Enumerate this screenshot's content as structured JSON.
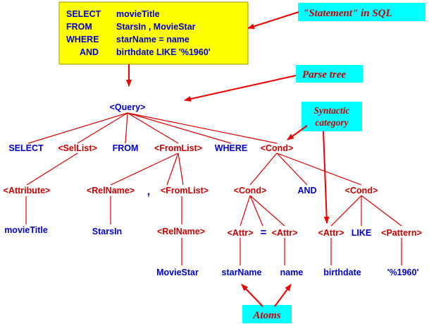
{
  "sql_box": {
    "lines": [
      [
        "SELECT",
        "movieTitle"
      ],
      [
        "FROM",
        "StarsIn , MovieStar"
      ],
      [
        "WHERE",
        "starName  = name"
      ],
      [
        "AND",
        "birthdate  LIKE  '%1960'"
      ]
    ]
  },
  "callouts": {
    "statement": "\"Statement\" in SQL",
    "parse_tree": "Parse tree",
    "syntactic_1": "Syntactic",
    "syntactic_2": "category",
    "atoms": "Atoms"
  },
  "tree": {
    "query": "<Query>",
    "select": "SELECT",
    "sellist": "<SelList>",
    "from": "FROM",
    "fromlist": "<FromList>",
    "where": "WHERE",
    "cond": "<Cond>",
    "attribute": "<Attribute>",
    "relname": "<RelName>",
    "comma": ",",
    "fromlist2": "<FromList>",
    "cond_left": "<Cond>",
    "and": "AND",
    "cond_right": "<Cond>",
    "movietitle": "movieTitle",
    "starsin": "StarsIn",
    "relname2": "<RelName>",
    "attr1": "<Attr>",
    "eq": "=",
    "attr2": "<Attr>",
    "attr3": "<Attr>",
    "like": "LIKE",
    "pattern": "<Pattern>",
    "moviestar": "MovieStar",
    "starname": "starName",
    "name": "name",
    "birthdate": "birthdate",
    "pattern_val": "'%1960'"
  },
  "colors": {
    "sql_box_fill": "#ffff00",
    "callout_fill": "#00ffff",
    "keyword_blue": "#0000cc",
    "category_red": "#cc0000",
    "edge_red": "#dd0000"
  }
}
